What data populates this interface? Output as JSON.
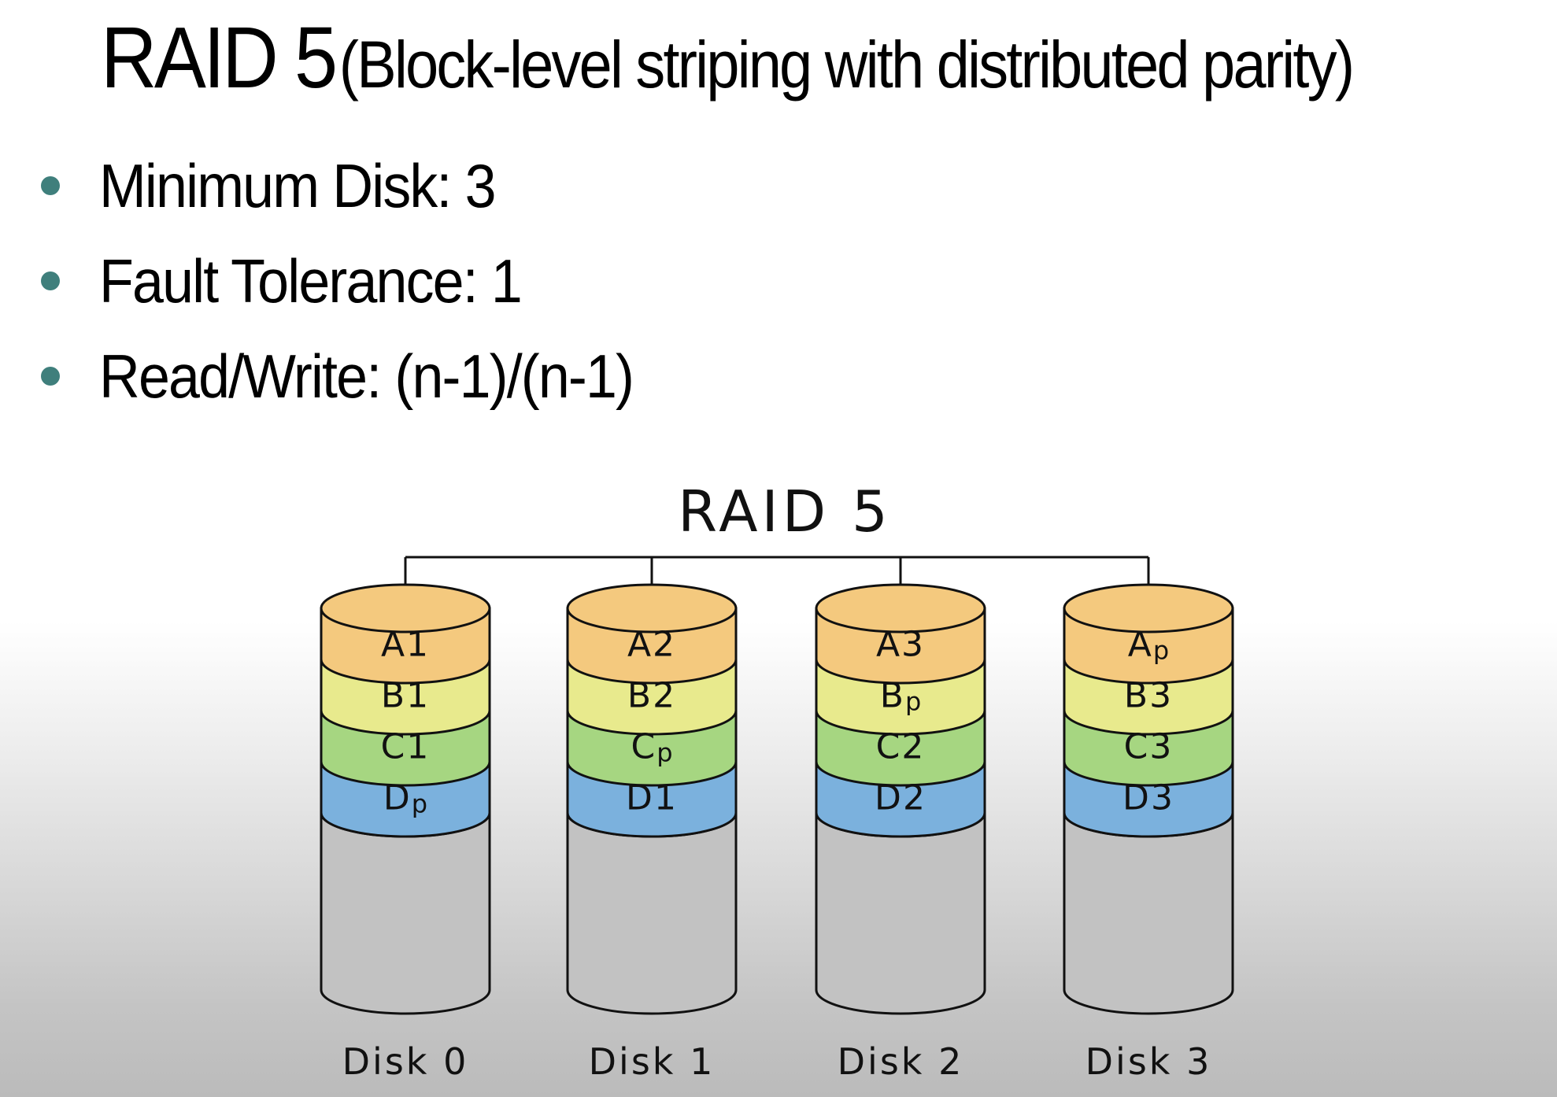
{
  "slide": {
    "title_main": "RAID 5",
    "title_sub": "(Block-level striping with distributed parity)",
    "bullets": [
      {
        "text": "Minimum Disk: 3"
      },
      {
        "text": "Fault Tolerance: 1"
      },
      {
        "text": "Read/Write: (n-1)/(n-1)"
      }
    ],
    "bullet_color": "#3f7f7c"
  },
  "diagram": {
    "title": "RAID 5",
    "stripe_colors": {
      "A": "#f4c97e",
      "B": "#e8ea8d",
      "C": "#a6d681",
      "D": "#7bb1dd",
      "empty": "#c2c2c2"
    },
    "disks": [
      {
        "label": "Disk 0",
        "blocks": [
          {
            "row": "A",
            "main": "A",
            "sub": "1",
            "parity": false
          },
          {
            "row": "B",
            "main": "B",
            "sub": "1",
            "parity": false
          },
          {
            "row": "C",
            "main": "C",
            "sub": "1",
            "parity": false
          },
          {
            "row": "D",
            "main": "D",
            "sub": "p",
            "parity": true
          }
        ]
      },
      {
        "label": "Disk 1",
        "blocks": [
          {
            "row": "A",
            "main": "A",
            "sub": "2",
            "parity": false
          },
          {
            "row": "B",
            "main": "B",
            "sub": "2",
            "parity": false
          },
          {
            "row": "C",
            "main": "C",
            "sub": "p",
            "parity": true
          },
          {
            "row": "D",
            "main": "D",
            "sub": "1",
            "parity": false
          }
        ]
      },
      {
        "label": "Disk 2",
        "blocks": [
          {
            "row": "A",
            "main": "A",
            "sub": "3",
            "parity": false
          },
          {
            "row": "B",
            "main": "B",
            "sub": "p",
            "parity": true
          },
          {
            "row": "C",
            "main": "C",
            "sub": "2",
            "parity": false
          },
          {
            "row": "D",
            "main": "D",
            "sub": "2",
            "parity": false
          }
        ]
      },
      {
        "label": "Disk 3",
        "blocks": [
          {
            "row": "A",
            "main": "A",
            "sub": "p",
            "parity": true
          },
          {
            "row": "B",
            "main": "B",
            "sub": "3",
            "parity": false
          },
          {
            "row": "C",
            "main": "C",
            "sub": "3",
            "parity": false
          },
          {
            "row": "D",
            "main": "D",
            "sub": "3",
            "parity": false
          }
        ]
      }
    ]
  }
}
